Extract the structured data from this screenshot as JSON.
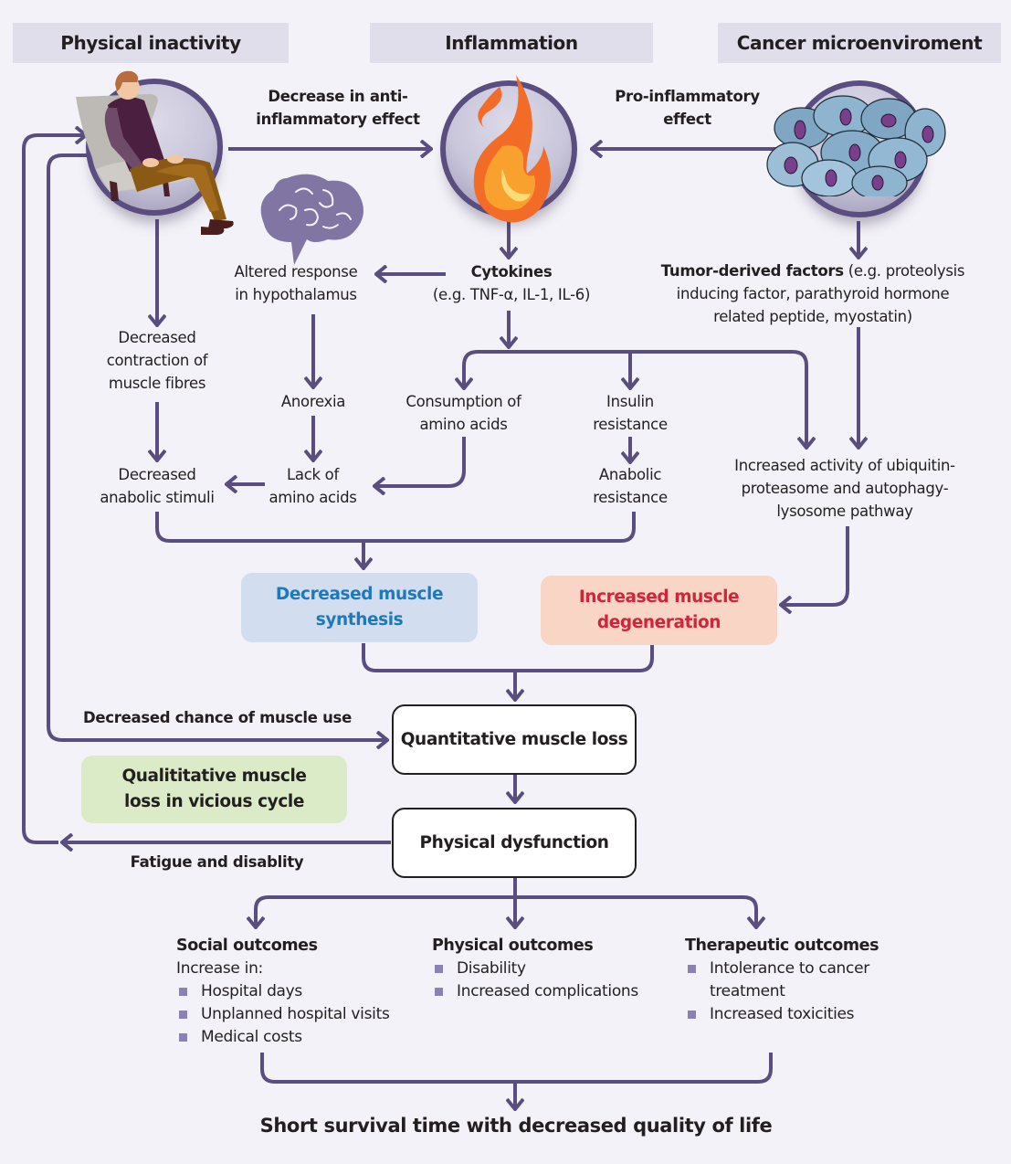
{
  "headers": {
    "physical_inactivity": "Physical inactivity",
    "inflammation": "Inflammation",
    "cancer_microenvironment": "Cancer microenviroment"
  },
  "icons": {
    "person": "person-in-armchair-icon",
    "flame": "flame-icon",
    "cancer_cells": "cancer-cells-icon",
    "brain": "brain-icon"
  },
  "edge_labels": {
    "anti_inflammatory": [
      "Decrease in anti-",
      "inflammatory effect"
    ],
    "pro_inflammatory": [
      "Pro-inflammatory",
      "effect"
    ],
    "decreased_chance": "Decreased chance of muscle use",
    "fatigue": "Fatigue and disablity"
  },
  "nodes": {
    "cytokines_title": "Cytokines",
    "cytokines_examples": "(e.g. TNF-α, IL-1, IL-6)",
    "tumor_title": "Tumor-derived factors",
    "tumor_examples_1": " (e.g. proteolysis",
    "tumor_examples_2": "inducing factor, parathyroid hormone",
    "tumor_examples_3": "related peptide, myostatin)",
    "hypothalamus": [
      "Altered response",
      "in hypothalamus"
    ],
    "decreased_contraction": [
      "Decreased",
      "contraction of",
      "muscle fibres"
    ],
    "anorexia": "Anorexia",
    "consumption": [
      "Consumption of",
      "amino acids"
    ],
    "insulin": [
      "Insulin",
      "resistance"
    ],
    "anabolic_resistance": [
      "Anabolic",
      "resistance"
    ],
    "ubiquitin": [
      "Increased activity of ubiquitin-",
      "proteasome and autophagy-",
      "lysosome pathway"
    ],
    "decreased_anabolic": [
      "Decreased",
      "anabolic stimuli"
    ],
    "lack_amino": [
      "Lack of",
      "amino acids"
    ]
  },
  "boxes": {
    "synthesis": [
      "Decreased muscle",
      "synthesis"
    ],
    "degeneration": [
      "Increased muscle",
      "degeneration"
    ],
    "quantitative": "Quantitative muscle loss",
    "qualitative": [
      "Qualititative muscle",
      "loss in vicious cycle"
    ],
    "dysfunction": "Physical dysfunction"
  },
  "outcomes": {
    "social": {
      "title": "Social outcomes",
      "intro": "Increase in:",
      "items": [
        "Hospital days",
        "Unplanned hospital visits",
        "Medical costs"
      ]
    },
    "physical": {
      "title": "Physical outcomes",
      "items": [
        "Disability",
        "Increased complications"
      ]
    },
    "therapeutic": {
      "title": "Therapeutic outcomes",
      "items": [
        "Intolerance to cancer treatment",
        "Increased toxicities"
      ]
    }
  },
  "conclusion": "Short survival time with decreased quality of life",
  "colors": {
    "arrow": "#5a4e80",
    "synthesis_fill": "#d3ddf0",
    "synthesis_text": "#1b79bd",
    "degeneration_fill": "#f8d5c5",
    "degeneration_text": "#d0243b",
    "qualitative_fill": "#dcebc7",
    "header_fill": "#dfdeea",
    "background": "#f3f2f8"
  }
}
